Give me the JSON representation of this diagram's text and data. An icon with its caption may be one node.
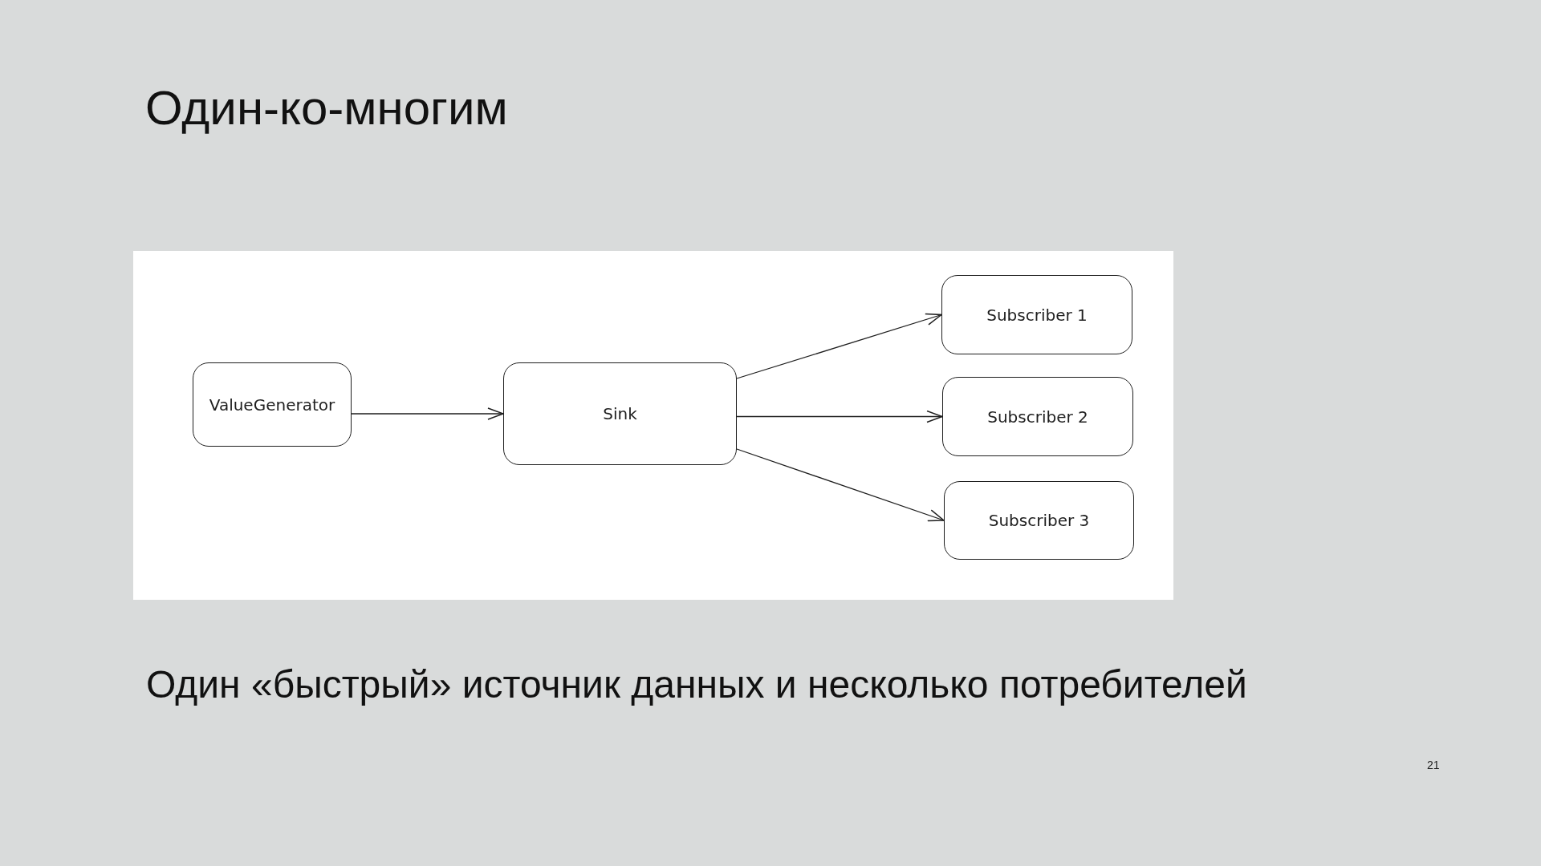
{
  "diagram": {
    "title": "Один-ко-многим",
    "caption": "Один «быстрый» источник данных и несколько потребителей",
    "nodes": [
      {
        "text": [
          "ValueGenerator"
        ]
      },
      {
        "text": [
          "Sink"
        ]
      },
      {
        "text": [
          "Subscriber 1"
        ]
      },
      {
        "text": [
          "Subscriber 2"
        ]
      },
      {
        "text": [
          "Subscriber 3"
        ]
      }
    ],
    "edges": [
      {
        "from": 0,
        "to": 1,
        "arrow": "to"
      },
      {
        "from": 1,
        "to": 2,
        "arrow": "to"
      },
      {
        "from": 1,
        "to": 3,
        "arrow": "to"
      },
      {
        "from": 1,
        "to": 4,
        "arrow": "to"
      }
    ],
    "labels": [
      "21"
    ]
  }
}
